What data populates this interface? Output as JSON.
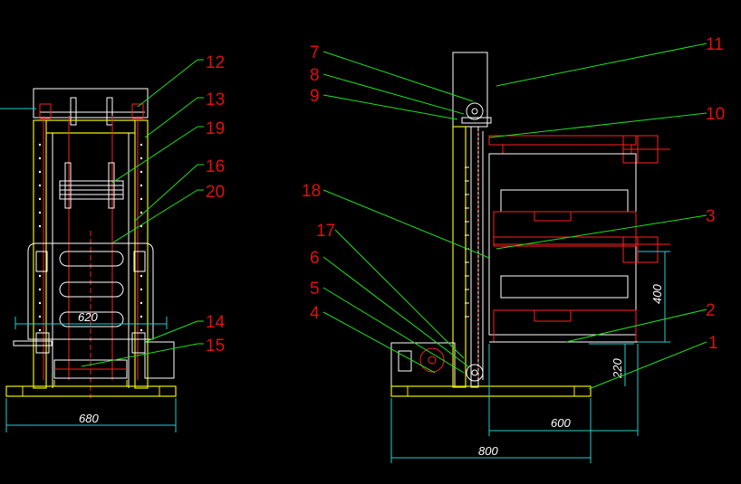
{
  "drawing": {
    "labels_left": [
      "12",
      "13",
      "19",
      "16",
      "20",
      "14",
      "15"
    ],
    "labels_right": [
      "7",
      "8",
      "9",
      "18",
      "17",
      "6",
      "5",
      "4",
      "11",
      "10",
      "3",
      "2",
      "1"
    ],
    "dims": {
      "front_width_outer": "680",
      "front_width_inner": "620",
      "side_total": "800",
      "side_depth": "600",
      "side_height_400": "400",
      "side_height_220": "220"
    },
    "colors": {
      "frame": "#f0f000",
      "mechanism": "#ff2020",
      "outline": "#ffffff",
      "leader": "#20e020",
      "dimension": "#20d0d0",
      "label": "#e01010",
      "background": "#000000"
    }
  }
}
